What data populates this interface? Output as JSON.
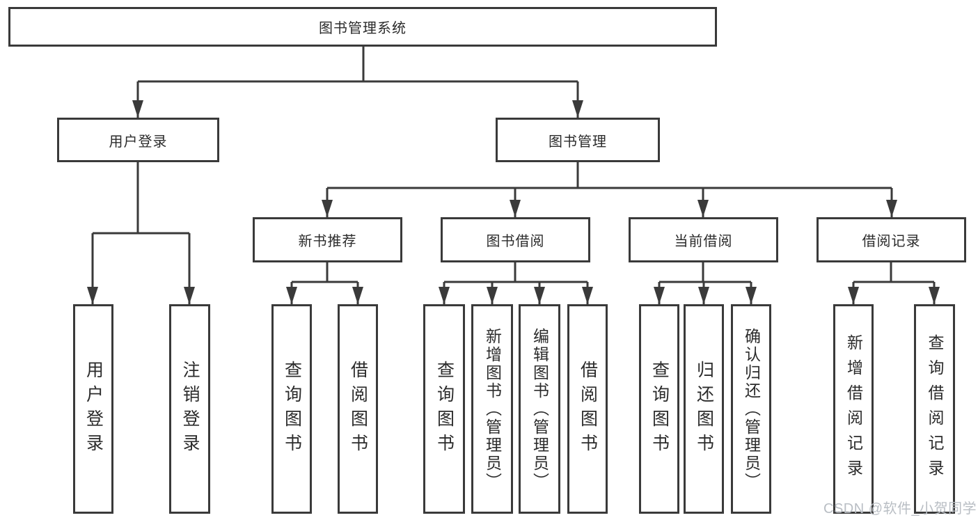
{
  "diagram": {
    "title": "图书管理系统",
    "level2": {
      "user_login": "用户登录",
      "book_mgmt": "图书管理"
    },
    "level3": {
      "new_books": "新书推荐",
      "book_borrow": "图书借阅",
      "current_borrow": "当前借阅",
      "borrow_records": "借阅记录"
    },
    "leaves": {
      "user_login": [
        "用户登录",
        "注销登录"
      ],
      "new_books": [
        "查询图书",
        "借阅图书"
      ],
      "book_borrow": [
        "查询图书",
        "新增图书（管理员）",
        "编辑图书（管理员）",
        "借阅图书"
      ],
      "current_borrow": [
        "查询图书",
        "归还图书",
        "确认归还（管理员）"
      ],
      "borrow_records": [
        "新增借阅记录",
        "查询借阅记录"
      ]
    }
  },
  "watermark": "CSDN @软件_小贺同学",
  "colors": {
    "line": "#3a3a3a",
    "border": "#3a3a3a",
    "text": "#2b2b2b",
    "watermark": "#b9bec4",
    "background": "#ffffff"
  }
}
